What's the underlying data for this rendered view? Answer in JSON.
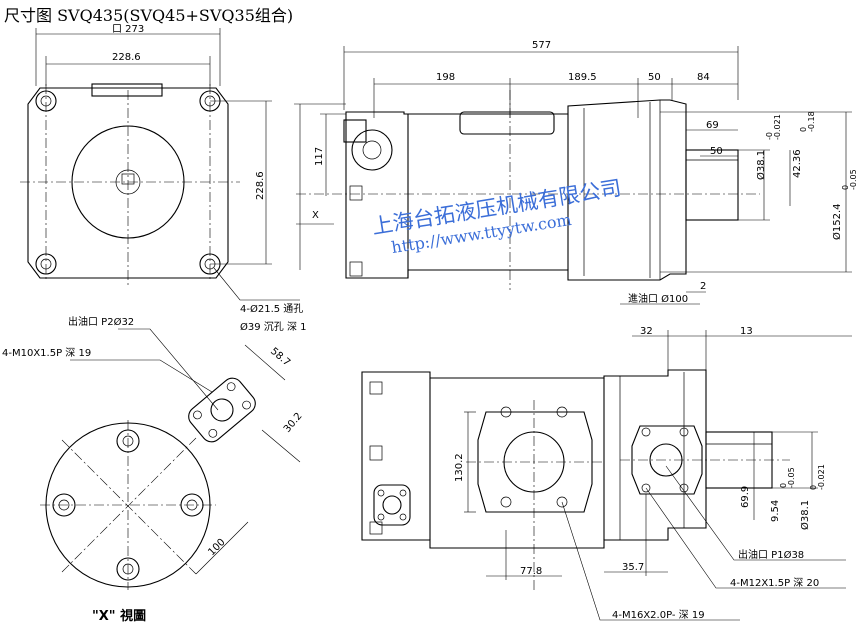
{
  "title": "尺寸图 SVQ435(SVQ45+SVQ35组合)",
  "watermark": {
    "company": "上海台拓液压机械有限公司",
    "url": "http://www.ttyytw.com",
    "color": "#3b6ed8"
  },
  "front_view": {
    "flange_square": "口 273",
    "width_inner": "228.6",
    "height_inner": "228.6",
    "holes_note_1": "4-Ø21.5 通孔",
    "holes_note_2": "Ø39 沉孔 深 1"
  },
  "x_view": {
    "outlet": "出油口 P2Ø32",
    "thread": "4-M10X1.5P 深 19",
    "dim_58_7": "58.7",
    "dim_30_2": "30.2",
    "dim_100": "100",
    "label": "\"X\" 視圖"
  },
  "side_view": {
    "total_length": "577",
    "seg_198": "198",
    "seg_189_5": "189.5",
    "seg_50": "50",
    "seg_84": "84",
    "height_117": "117",
    "shaft_69": "69",
    "shaft_50": "50",
    "dia_38": "Ø38.1",
    "dia_38_tol_u": "-0",
    "dia_38_tol_l": "-0.021",
    "key_42": "42.36",
    "key_42_tol_u": "0",
    "key_42_tol_l": "-0.18",
    "dia_152": "Ø152.4",
    "dia_152_tol_u": "0",
    "dia_152_tol_l": "-0.05",
    "dim_2": "2",
    "arrow_x": "X",
    "inlet": "進油口 Ø100"
  },
  "bottom_view": {
    "dim_32": "32",
    "dim_13": "13",
    "dim_130_2": "130.2",
    "dim_69_9": "69.9",
    "dim_9_54": "9.54",
    "dim_9_54_tol_u": "0",
    "dim_9_54_tol_l": "-0.05",
    "dim_38_1": "Ø38.1",
    "dim_38_1_tol_u": "0",
    "dim_38_1_tol_l": "-0.021",
    "dim_77_8": "77.8",
    "dim_35_7": "35.7",
    "outlet": "出油口 P1Ø38",
    "thread_m12": "4-M12X1.5P 深 20",
    "thread_m16": "4-M16X2.0P- 深 19"
  }
}
